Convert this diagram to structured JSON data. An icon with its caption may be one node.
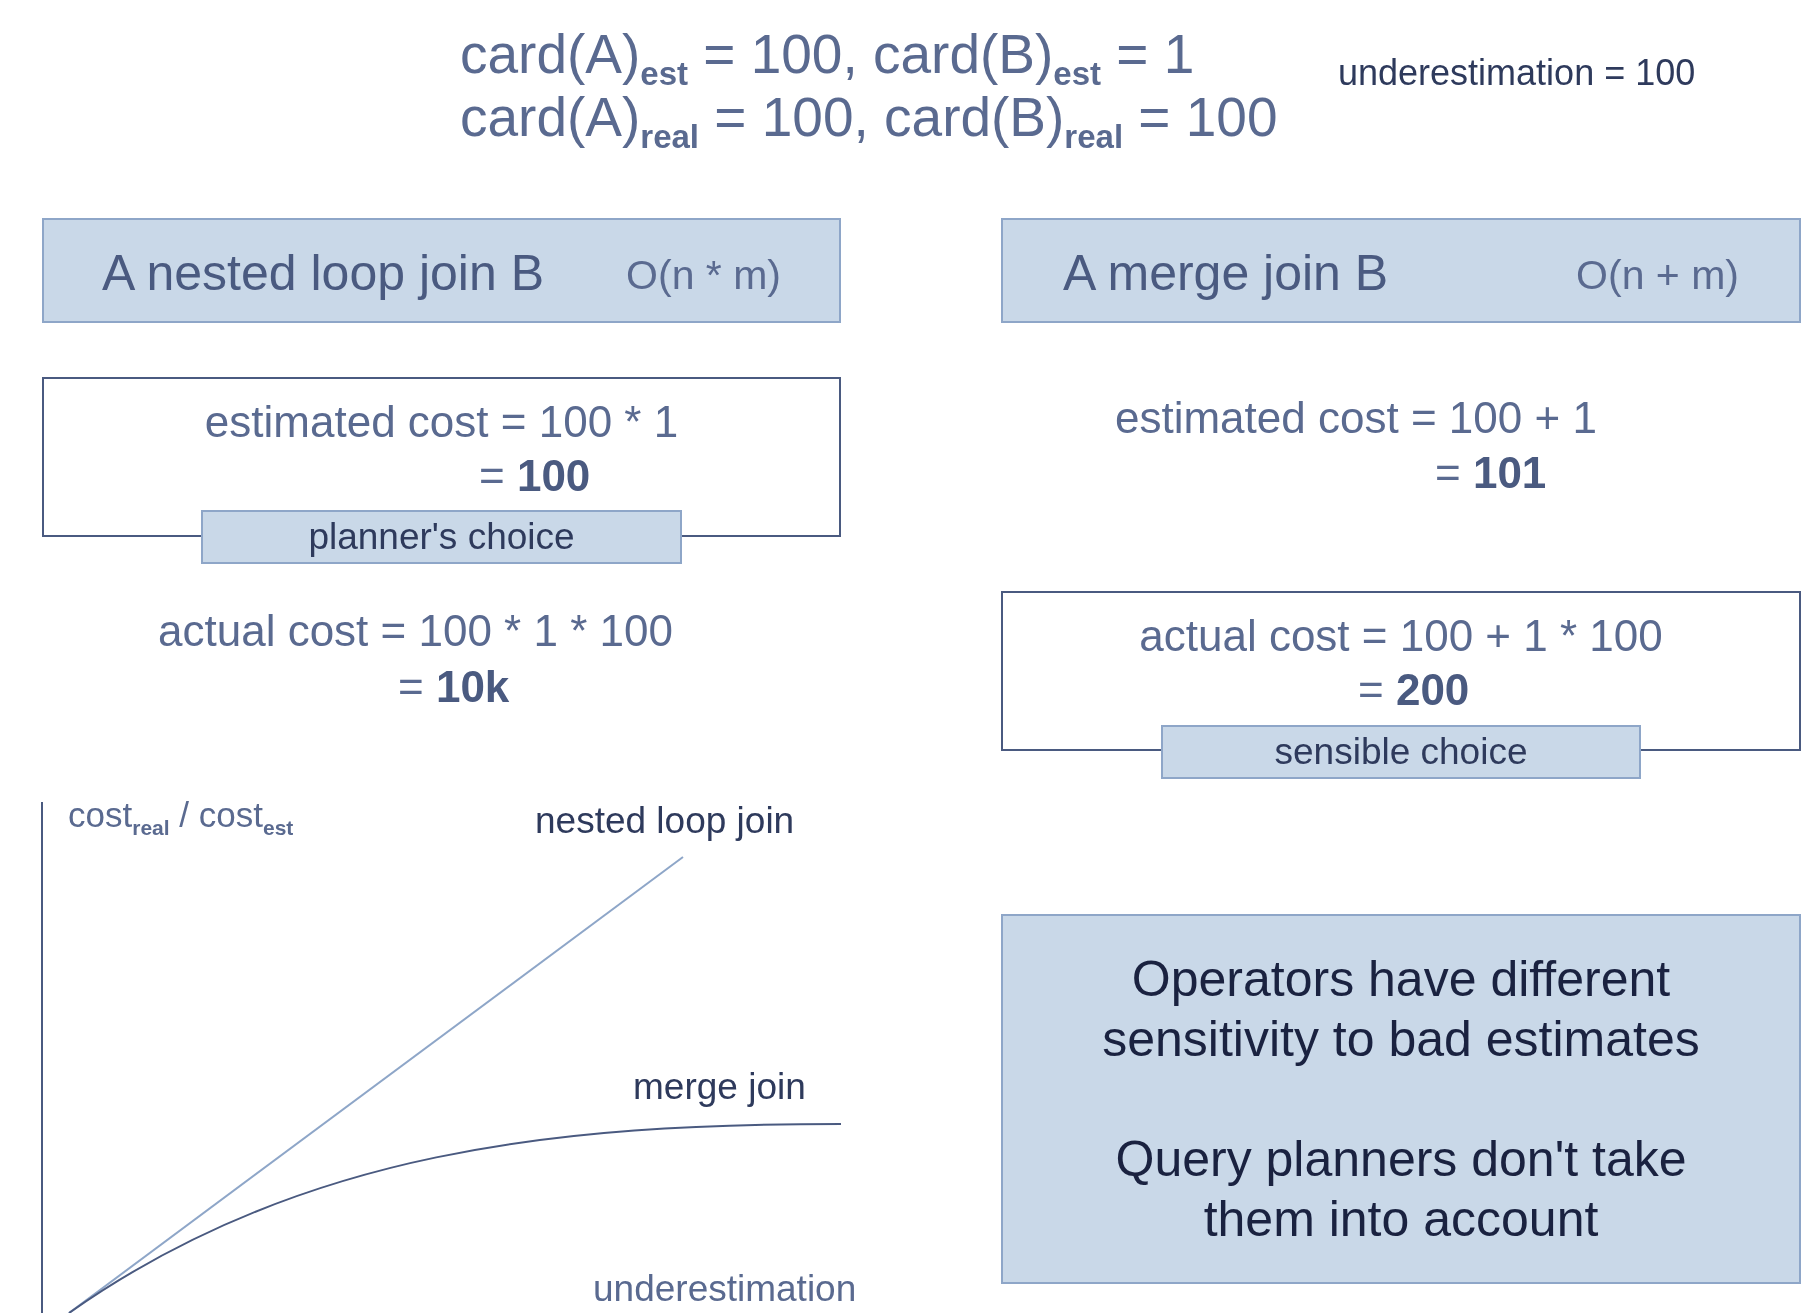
{
  "diagram": {
    "nodes": [
      {
        "text": [
          "A nested loop join B",
          "O(n * m)"
        ]
      },
      {
        "text": [
          "A merge join B",
          "O(n + m)"
        ]
      },
      {
        "text": [
          "estimated cost = 100 * 1",
          "= **100**"
        ]
      },
      {
        "text": [
          "planner's choice"
        ]
      },
      {
        "text": [
          "actual cost = 100 + 1 * 100",
          "= **200**"
        ]
      },
      {
        "text": [
          "sensible choice"
        ]
      },
      {
        "text": [
          "Operators have different sensitivity to bad estimates",
          "Query planners don't take them into account"
        ]
      }
    ],
    "edges": [],
    "labels": [
      "card(A)$_{est}$  = 100,  card(B)$_{est}$ = 1",
      "card(A)$_{real}$ = 100,  card(B)$_{real}$ = 100",
      "underestimation = 100",
      "estimated cost = 100 + 1",
      "= **101**",
      "actual cost = 100 * 1 * 100",
      "= **10k**",
      "cost$_{real}$ / cost$_{est}$",
      "nested loop join",
      "merge join",
      "underestimation"
    ]
  }
}
